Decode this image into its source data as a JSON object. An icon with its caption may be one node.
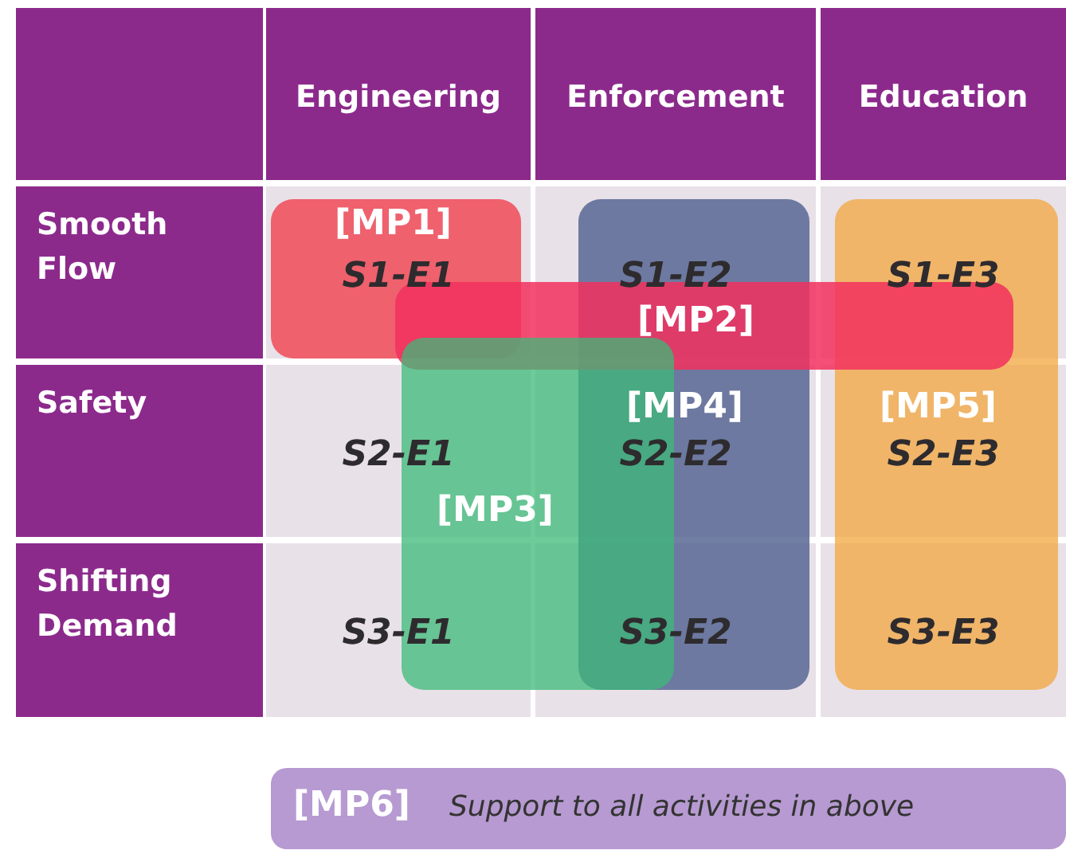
{
  "diagram": {
    "nodes": [
      {
        "text": [
          "[MP1]"
        ]
      },
      {
        "text": [
          "[MP2]"
        ]
      },
      {
        "text": [
          "[MP3]"
        ]
      },
      {
        "text": [
          "[MP4]"
        ]
      },
      {
        "text": [
          "[MP5]"
        ]
      },
      {
        "text": [
          "[MP6]",
          "Support to all activities in above"
        ]
      }
    ],
    "labels": [
      "Engineering",
      "Enforcement",
      "Education",
      "Smooth Flow",
      "S1-E1",
      "S1-E2",
      "S1-E3",
      "Safety",
      "S2-E1",
      "S2-E2",
      "S2-E3",
      "Shifting Demand",
      "S3-E1",
      "S3-E2",
      "S3-E3"
    ]
  }
}
